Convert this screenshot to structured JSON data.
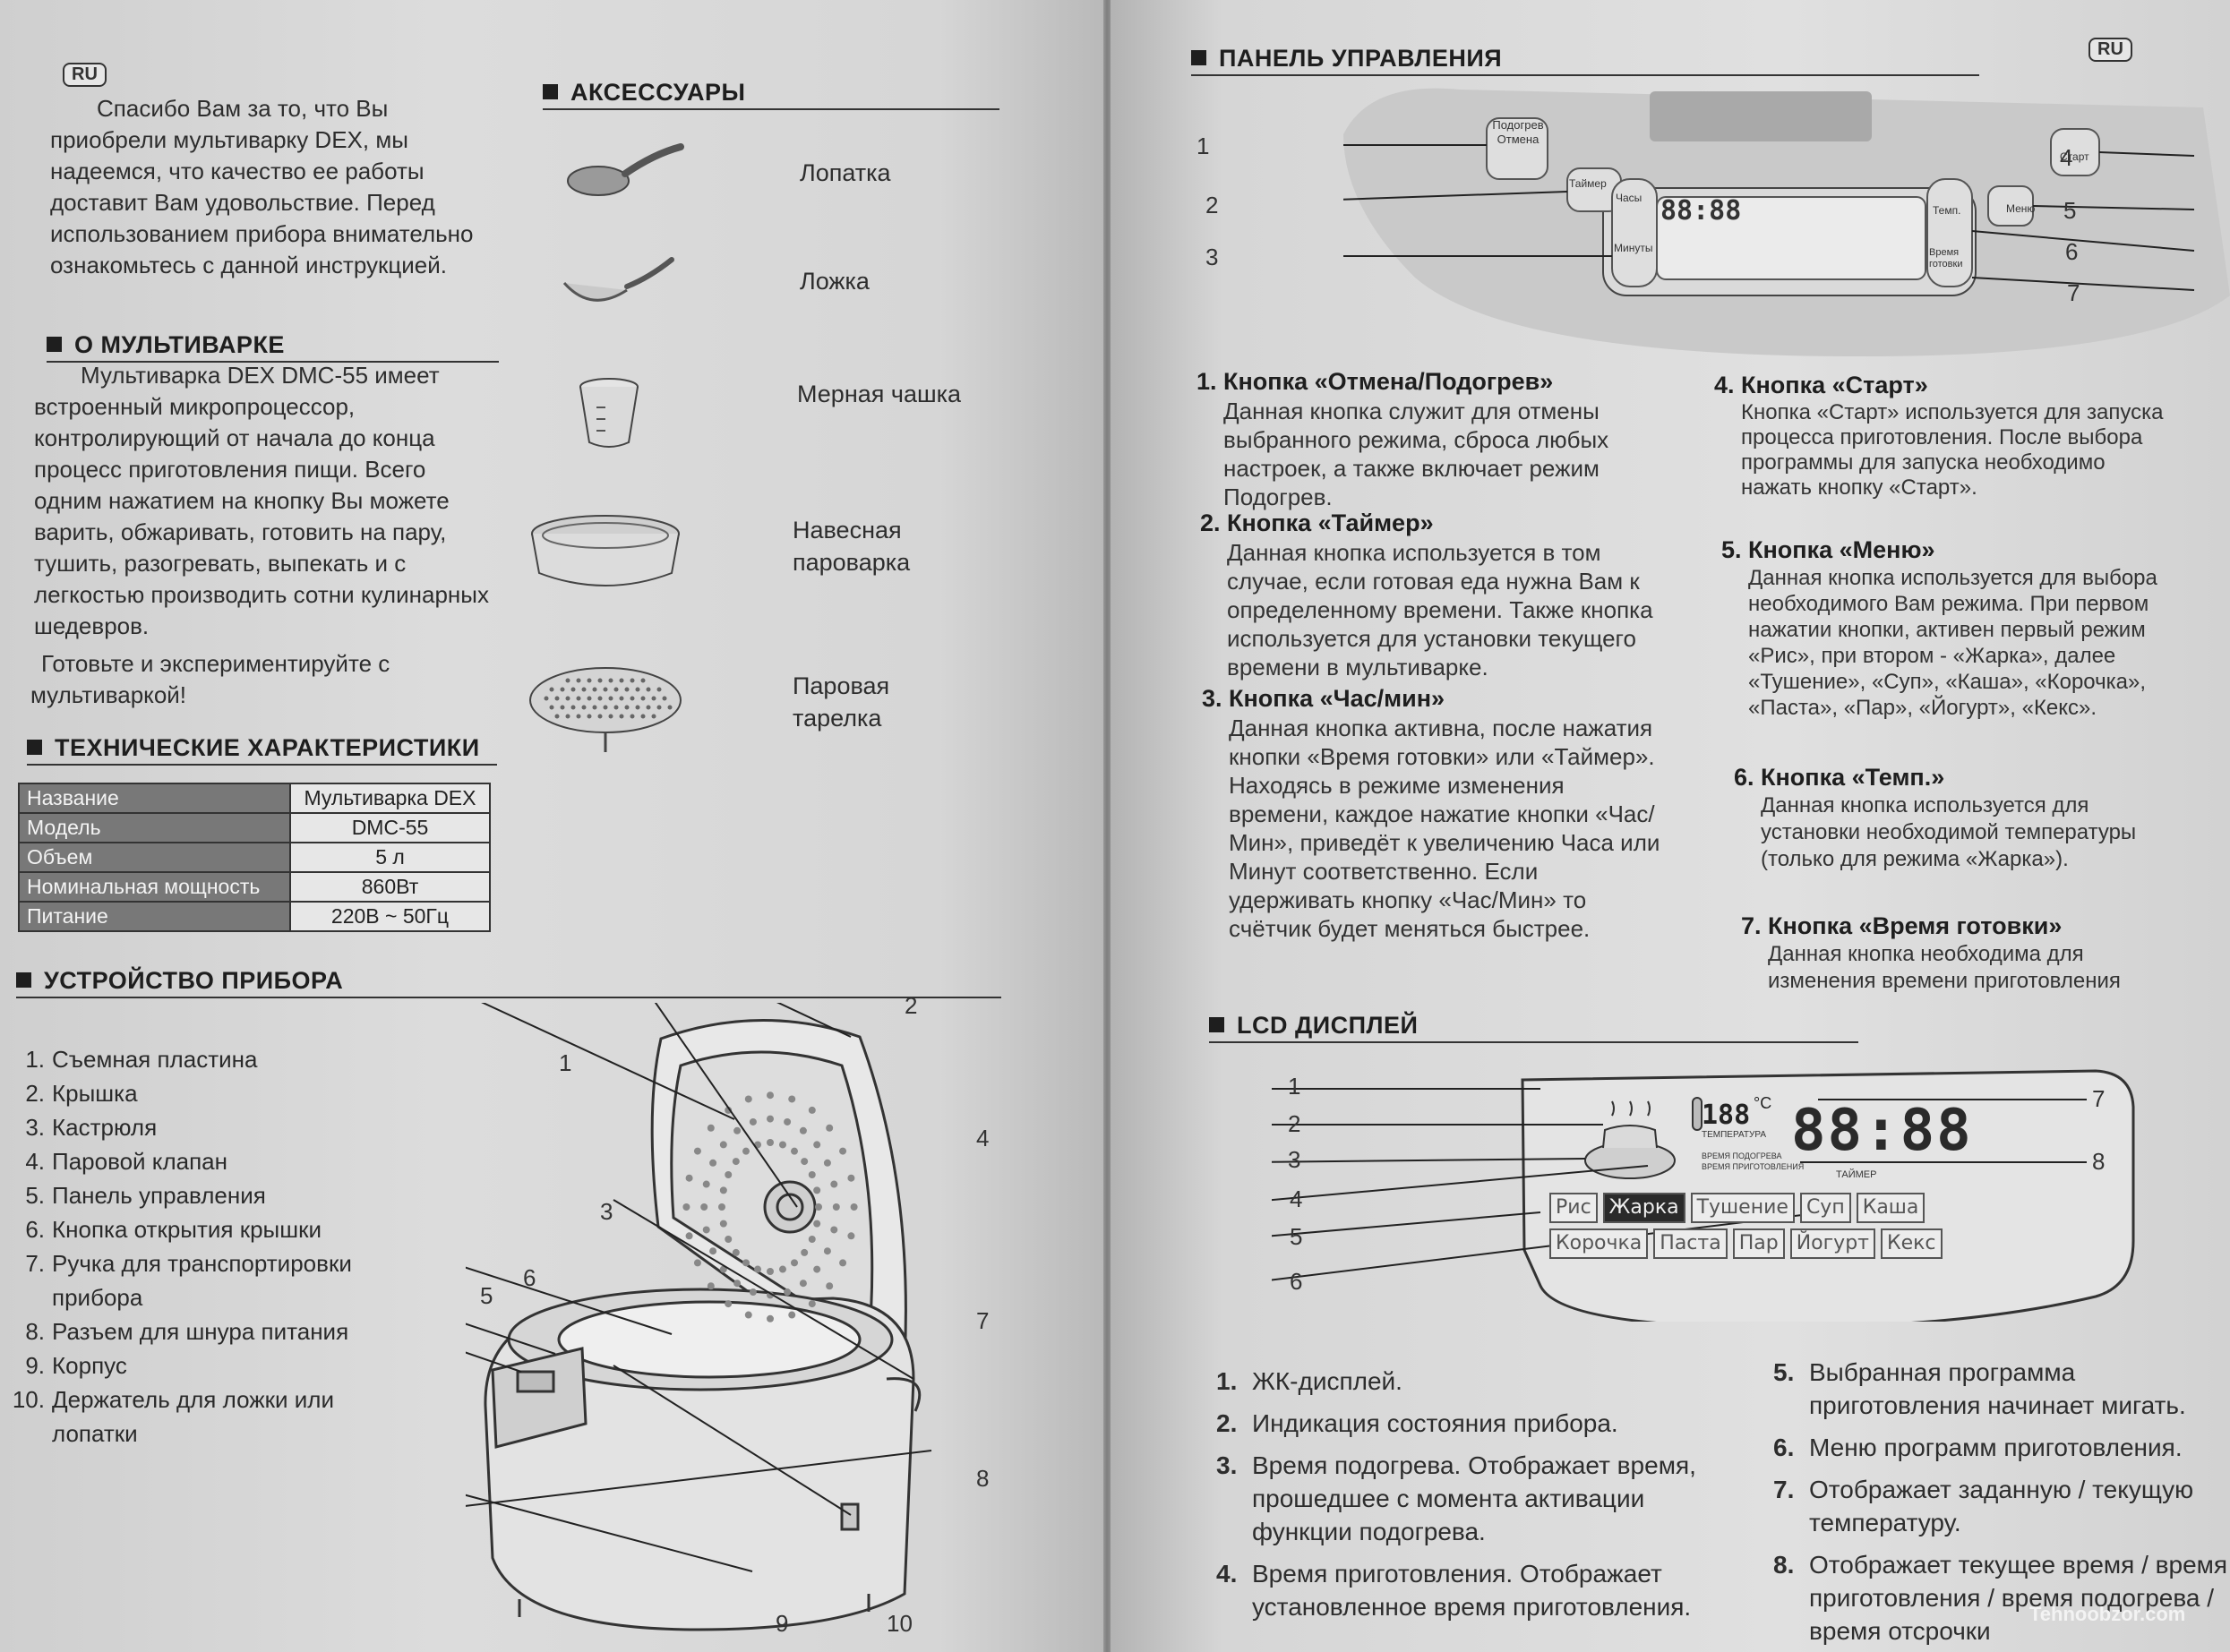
{
  "left": {
    "lang_badge": "RU",
    "intro": "Спасибо Вам за то, что Вы приобрели мультиварку DEX, мы надеемся, что качество ее работы доставит Вам удовольствие. Перед использованием прибора внимательно ознакомьтесь с данной инструкцией.",
    "about": {
      "heading": "О МУЛЬТИВАРКЕ",
      "text": "Мультиварка DEX DMC-55 имеет встроенный микропроцессор, контролирующий от начала до конца процесс приготовления пищи. Всего одним нажатием на кнопку Вы можете варить, обжаривать, готовить на пару, тушить, разогревать, выпекать и с легкостью производить сотни кулинарных шедевров.",
      "text2": "Готовьте и экспериментируйте с мультиваркой!"
    },
    "specs": {
      "heading": "ТЕХНИЧЕСКИЕ ХАРАКТЕРИСТИКИ",
      "rows": [
        {
          "k": "Название",
          "v": "Мультиварка DEX"
        },
        {
          "k": "Модель",
          "v": "DMC-55"
        },
        {
          "k": "Объем",
          "v": "5 л"
        },
        {
          "k": "Номинальная мощность",
          "v": "860Вт"
        },
        {
          "k": "Питание",
          "v": "220В ~ 50Гц"
        }
      ]
    },
    "accessories": {
      "heading": "АКСЕССУАРЫ",
      "items": [
        "Лопатка",
        "Ложка",
        "Мерная чашка",
        "Навесная пароварка",
        "Паровая тарелка"
      ]
    },
    "device": {
      "heading": "УСТРОЙСТВО ПРИБОРА",
      "parts": [
        {
          "n": "1.",
          "t": "Съемная пластина"
        },
        {
          "n": "2.",
          "t": "Крышка"
        },
        {
          "n": "3.",
          "t": "Кастрюля"
        },
        {
          "n": "4.",
          "t": "Паровой клапан"
        },
        {
          "n": "5.",
          "t": "Панель управления"
        },
        {
          "n": "6.",
          "t": "Кнопка открытия крышки"
        },
        {
          "n": "7.",
          "t": "Ручка для транспортировки прибора"
        },
        {
          "n": "8.",
          "t": "Разъем для шнура питания"
        },
        {
          "n": "9.",
          "t": "Корпус"
        },
        {
          "n": "10.",
          "t": "Держатель для ложки или лопатки"
        }
      ],
      "callouts": [
        "1",
        "2",
        "3",
        "4",
        "5",
        "6",
        "7",
        "8",
        "9",
        "10"
      ]
    }
  },
  "right": {
    "lang_badge": "RU",
    "panel": {
      "heading": "ПАНЕЛЬ УПРАВЛЕНИЯ",
      "callouts": [
        "1",
        "2",
        "3",
        "4",
        "5",
        "6",
        "7"
      ],
      "labels": {
        "cancel": "Подогрев Отмена",
        "timer": "Таймер",
        "hours": "Часы",
        "minutes": "Минуты",
        "start": "Старт",
        "menu": "Меню",
        "temp": "Темп.",
        "cook_time": "Время готовки"
      },
      "buttons": [
        {
          "t": "1. Кнопка «Отмена/Подогрев»",
          "d": "Данная кнопка служит для отмены выбранного режима, сброса любых настроек, а также включает режим Подогрев."
        },
        {
          "t": "2. Кнопка «Таймер»",
          "d": "Данная кнопка используется в том случае, если готовая еда нужна Вам к определенному времени. Также кнопка используется для установки текущего времени в мультиварке."
        },
        {
          "t": "3. Кнопка «Час/мин»",
          "d": "Данная кнопка активна, после нажатия кнопки «Время готовки» или «Таймер». Находясь в режиме изменения времени, каждое нажатие кнопки «Час/Мин», приведёт к увеличению Часа или Минут соответственно. Если удерживать кнопку «Час/Мин» то счётчик будет меняться быстрее."
        },
        {
          "t": "4. Кнопка «Старт»",
          "d": "Кнопка «Старт» используется для запуска процесса приготовления. После выбора программы для запуска необходимо нажать кнопку «Старт»."
        },
        {
          "t": "5. Кнопка «Меню»",
          "d": "Данная кнопка используется для выбора необходимого Вам режима. При первом нажатии кнопки, активен первый режим «Рис», при втором - «Жарка», далее «Тушение», «Суп», «Каша», «Корочка», «Паста», «Пар», «Йогурт», «Кекс»."
        },
        {
          "t": "6. Кнопка «Темп.»",
          "d": "Данная кнопка используется для установки необходимой температуры (только для режима «Жарка»)."
        },
        {
          "t": "7. Кнопка «Время готовки»",
          "d": "Данная кнопка необходима для изменения времени приготовления"
        }
      ]
    },
    "lcd": {
      "heading": "LCD ДИСПЛЕЙ",
      "callouts": [
        "1",
        "2",
        "3",
        "4",
        "5",
        "6",
        "7",
        "8"
      ],
      "temp_digits": "188",
      "temp_unit": "°C",
      "temp_caption": "ТЕМПЕРАТУРА",
      "time_digits": "88:88",
      "timer_caption": "ТАЙМЕР",
      "warm_caption": "ВРЕМЯ ПОДОГРЕВА",
      "cook_caption": "ВРЕМЯ ПРИГОТОВЛЕНИЯ",
      "modes_row1": [
        "Рис",
        "Жарка",
        "Тушение",
        "Суп",
        "Каша"
      ],
      "modes_row2": [
        "Корочка",
        "Паста",
        "Пар",
        "Йогурт",
        "Кекс"
      ],
      "active_mode": "Жарка",
      "items_left": [
        {
          "n": "1.",
          "t": "ЖК-дисплей."
        },
        {
          "n": "2.",
          "t": "Индикация состояния прибора."
        },
        {
          "n": "3.",
          "t": "Время подогрева. Отображает время, прошедшее с момента активации функции подогрева."
        },
        {
          "n": "4.",
          "t": "Время приготовления. Отображает установленное время приготовления."
        }
      ],
      "items_right": [
        {
          "n": "5.",
          "t": "Выбранная программа приготовления начинает мигать."
        },
        {
          "n": "6.",
          "t": "Меню программ приготовления."
        },
        {
          "n": "7.",
          "t": "Отображает заданную / текущую температуру."
        },
        {
          "n": "8.",
          "t": "Отображает текущее время / время приготовления / время подогрева / время отсрочки"
        }
      ]
    },
    "watermark": "Tehnoobzor.com"
  }
}
